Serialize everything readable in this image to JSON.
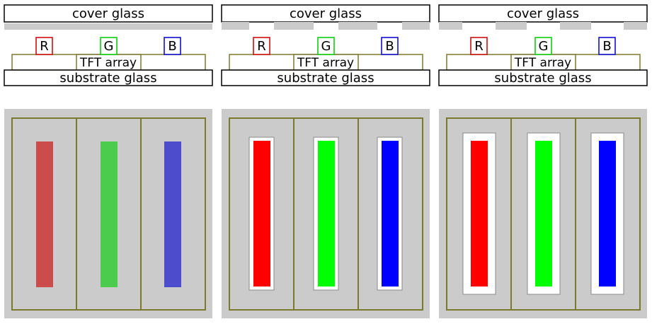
{
  "labels": {
    "cover_glass": "cover glass",
    "substrate_glass": "substrate glass",
    "tft_array": "TFT array",
    "r": "R",
    "g": "G",
    "b": "B"
  },
  "colors": {
    "panel_gray": "#cbcbcb",
    "olive_line": "#7a7a2e",
    "red_muted": "#cc4c4c",
    "green_muted": "#4ccc4c",
    "blue_muted": "#4c4ccc",
    "red": "#ff0000",
    "green": "#00ff00",
    "blue": "#0000ff"
  },
  "panels": [
    {
      "mask": "none",
      "subpixel_style": "muted",
      "aperture": "none"
    },
    {
      "mask": "narrow",
      "subpixel_style": "vivid",
      "aperture": "narrow"
    },
    {
      "mask": "wide",
      "subpixel_style": "vivid",
      "aperture": "wide"
    }
  ]
}
